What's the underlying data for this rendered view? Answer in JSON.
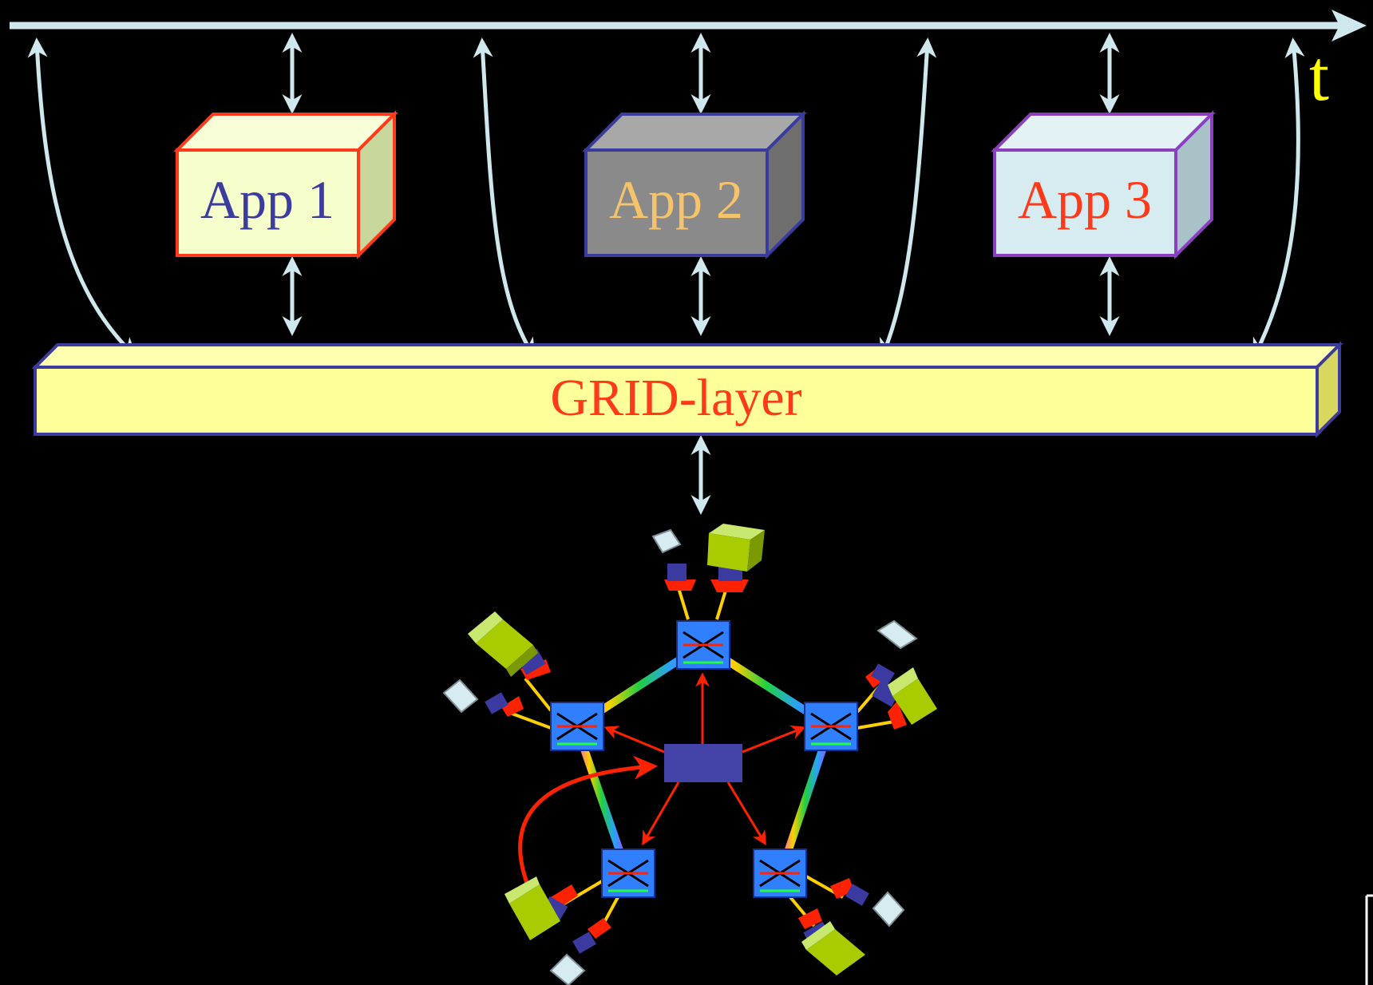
{
  "apps": [
    {
      "label": "App 1",
      "text_color": "#3b3ba0",
      "front": "#f6ffcc",
      "top": "#f8ffd8",
      "side": "#c8d89a",
      "border": "#ff3a1a"
    },
    {
      "label": "App 2",
      "text_color": "#f5c46a",
      "front": "#8a8a8a",
      "top": "#a8a8a8",
      "side": "#6e6e6e",
      "border": "#3b3b9e"
    },
    {
      "label": "App 3",
      "text_color": "#ff3a1a",
      "front": "#d6ecf0",
      "top": "#e2f2f5",
      "side": "#a9c2c8",
      "border": "#8a3fc0"
    }
  ],
  "grid_layer": {
    "label": "GRID-layer",
    "text_color": "#ff3a1a",
    "fill": "#ffff99",
    "side": "#d8d860",
    "border": "#3b3b9e"
  },
  "time_axis": {
    "label": "t",
    "label_color": "#ffff00",
    "arrow_color": "#cfe8ee"
  },
  "network": {
    "controller_color": "#4343a8",
    "link_color": "#ff2200",
    "switch_color": "#2f7fff",
    "storage_color": "#a8cc00",
    "host_color": "#d6ecf0"
  }
}
